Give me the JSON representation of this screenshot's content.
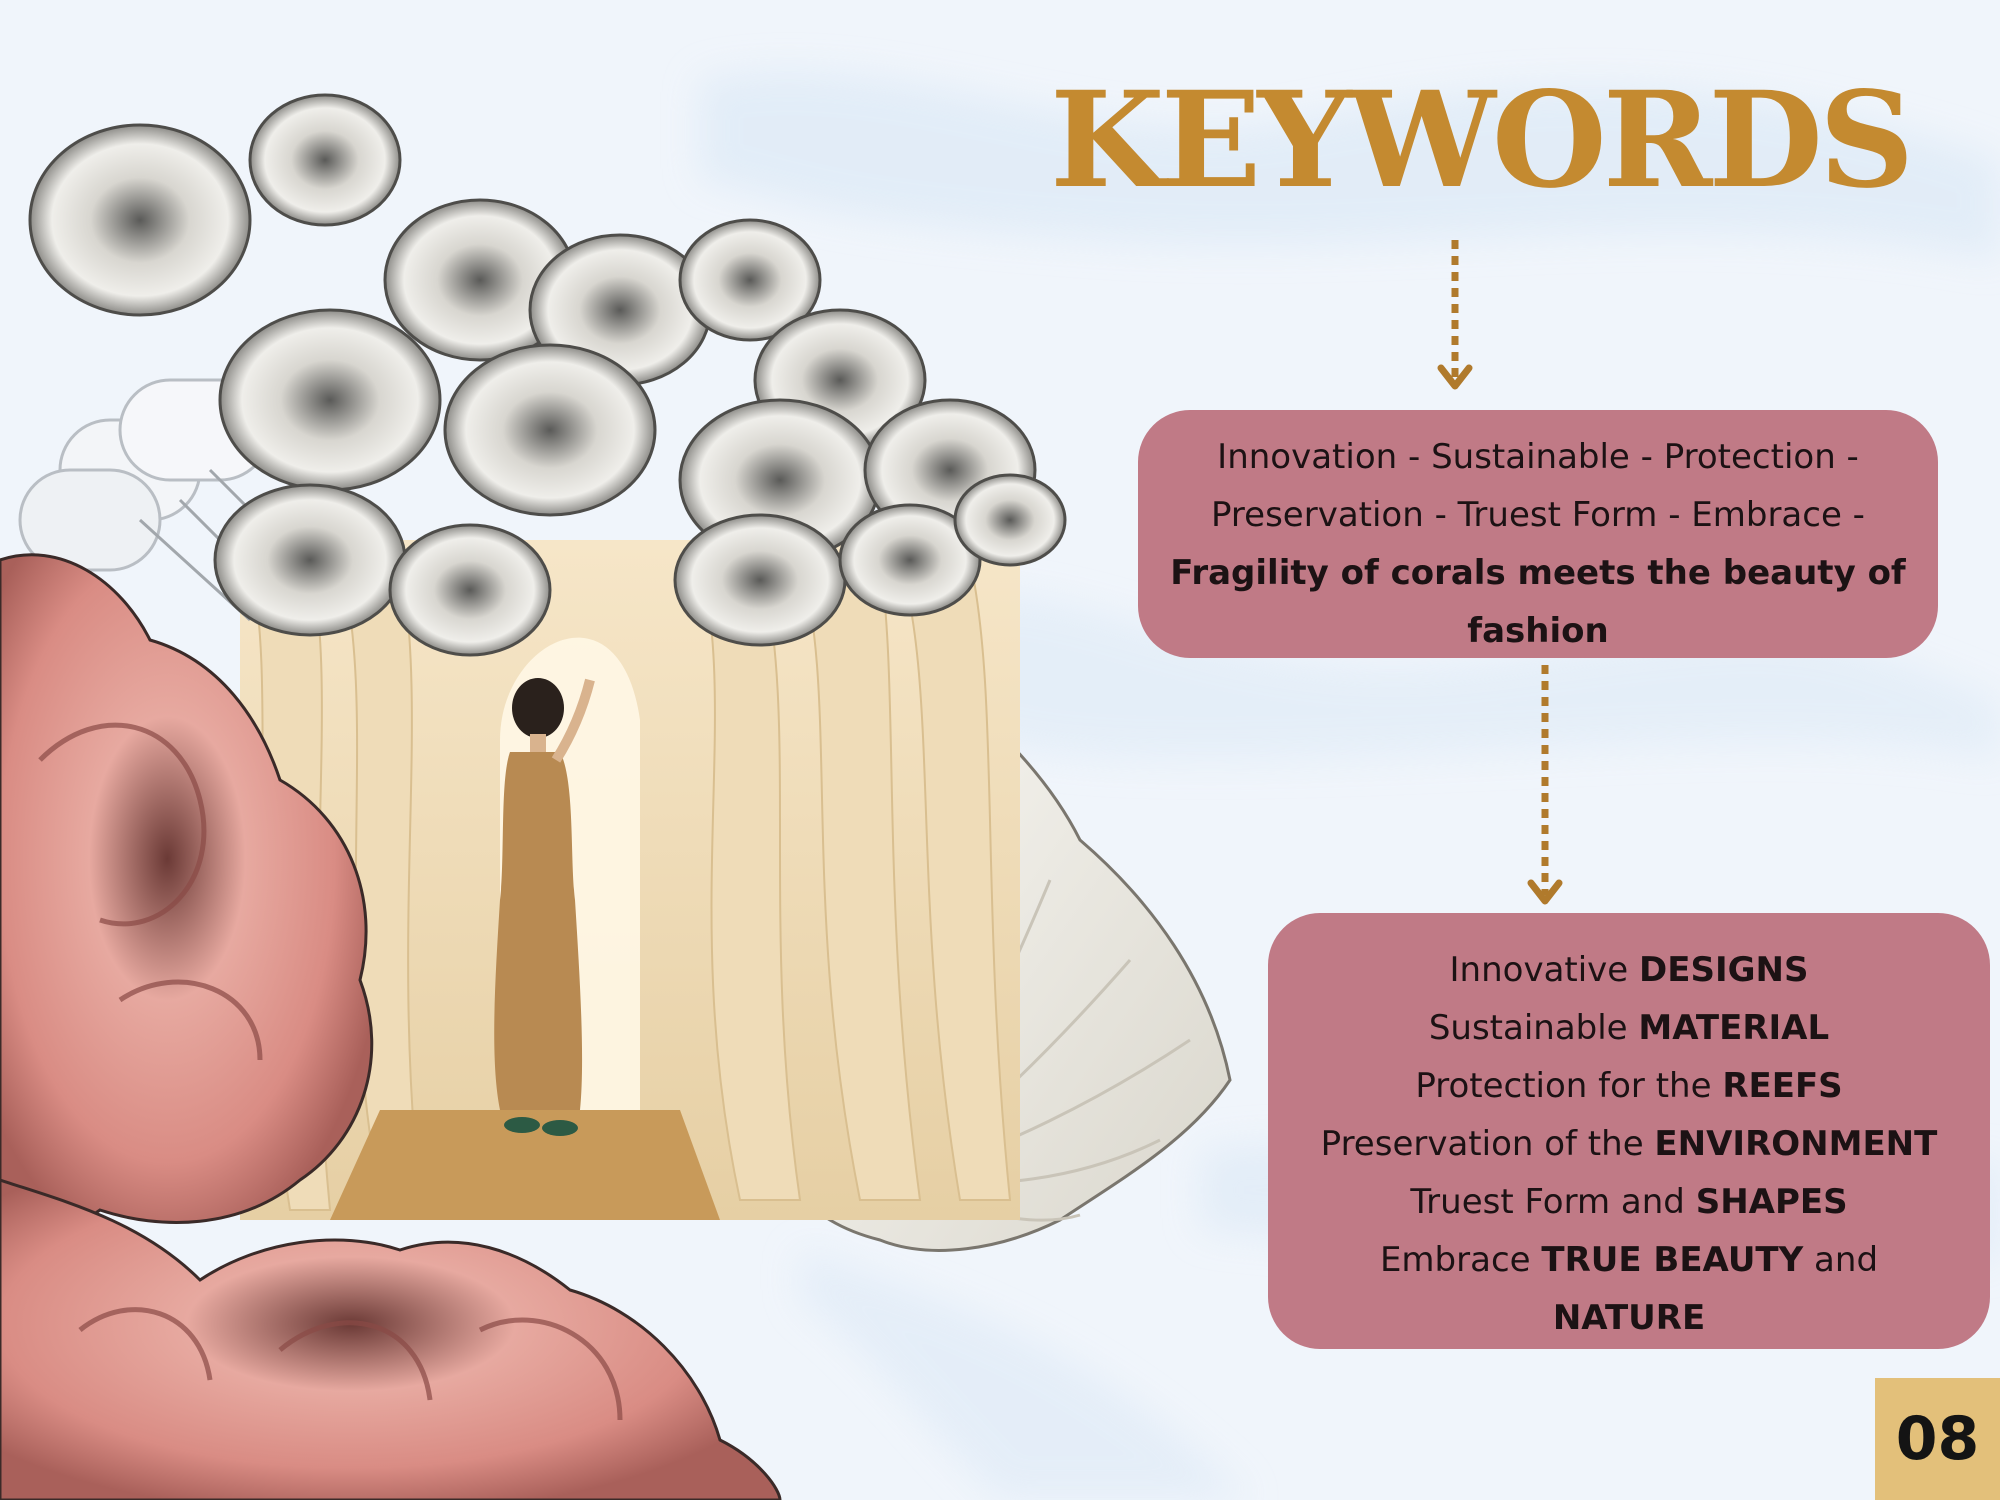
{
  "heading": "KEYWORDS",
  "box1": {
    "line1": "Innovation - Sustainable - Protection -",
    "line2": "Preservation - Truest Form - Embrace -",
    "line3": "Fragility of corals meets the beauty of",
    "line4": "fashion"
  },
  "box2": {
    "rows": [
      {
        "plain": "Innovative ",
        "bold": "DESIGNS",
        "after": ""
      },
      {
        "plain": "Sustainable ",
        "bold": "MATERIAL",
        "after": ""
      },
      {
        "plain": "Protection for the ",
        "bold": "REEFS",
        "after": ""
      },
      {
        "plain": "Preservation of the ",
        "bold": "ENVIRONMENT",
        "after": ""
      },
      {
        "plain": "Truest Form and ",
        "bold": "SHAPES",
        "after": ""
      },
      {
        "plain": "Embrace ",
        "bold": "TRUE BEAUTY",
        "after": " and"
      },
      {
        "plain": "",
        "bold": "NATURE",
        "after": ""
      }
    ]
  },
  "page_number": "08",
  "colors": {
    "heading": "#c48a30",
    "box": "#c07a86",
    "arrow": "#b07a2c",
    "badge": "#e3c07a"
  }
}
